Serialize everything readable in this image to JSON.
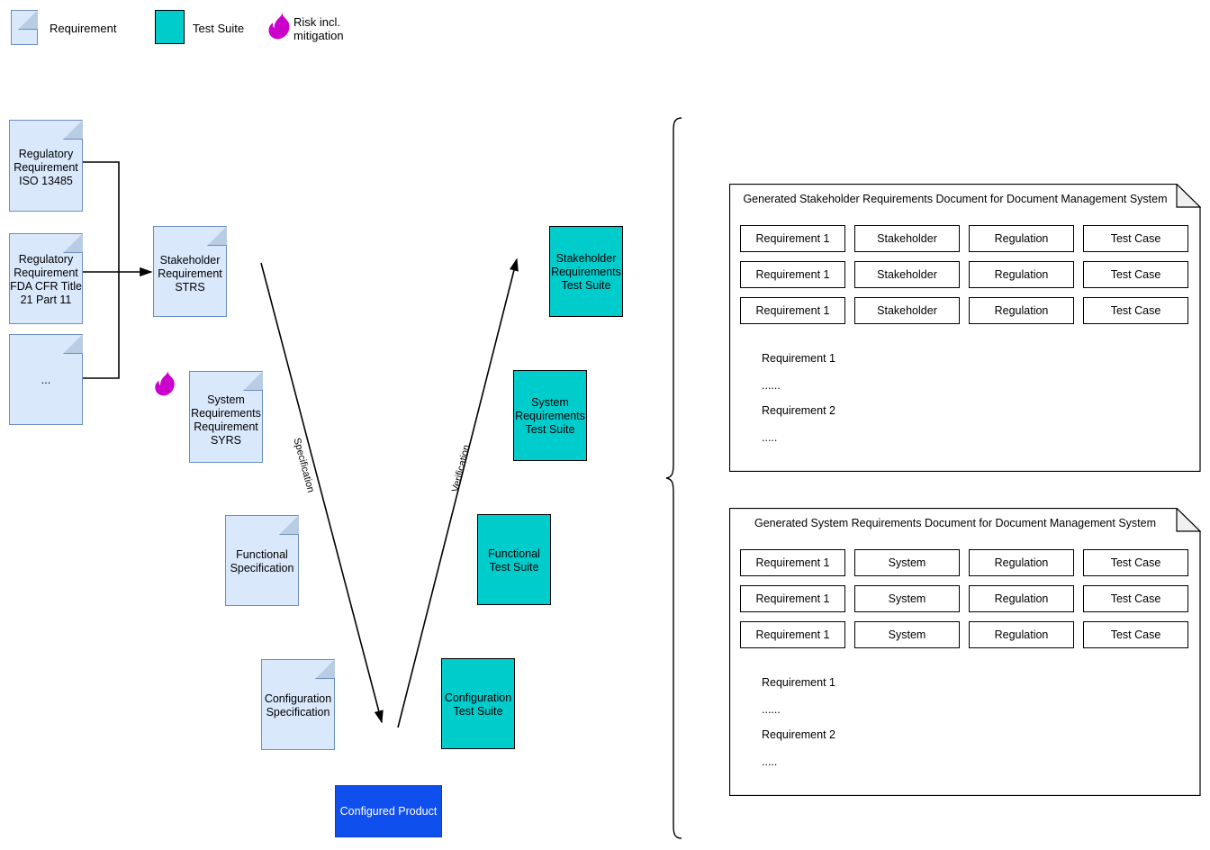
{
  "legend": {
    "items": [
      {
        "icon": "document-icon",
        "label": "Requirement",
        "color": "#DAE8FC"
      },
      {
        "icon": "square-icon",
        "label": "Test Suite",
        "color": "#00CCCC"
      },
      {
        "icon": "flame-icon",
        "label": "Risk incl.\nmitigation",
        "color": "#CC00CC"
      }
    ]
  },
  "colors": {
    "requirement_fill": "#DAE8FC",
    "requirement_stroke": "#6C8EBF",
    "test_suite_fill": "#00CCCC",
    "test_suite_stroke": "#000000",
    "product_fill": "#0F4FEE",
    "risk_flame": "#CC00CC",
    "line": "#000000"
  },
  "left_inputs": [
    {
      "label": "Regulatory\nRequirement\nISO 13485"
    },
    {
      "label": "Regulatory\nRequirement\nFDA CFR Title\n21 Part 11"
    },
    {
      "label": "..."
    }
  ],
  "specification_side": [
    {
      "label": "Stakeholder\nRequirement\nSTRS"
    },
    {
      "label": "System\nRequirements\nRequirement\nSYRS",
      "has_risk": true
    },
    {
      "label": "Functional\nSpecification"
    },
    {
      "label": "Configuration\nSpecification"
    }
  ],
  "verification_side": [
    {
      "label": "Stakeholder\nRequirements\nTest Suite"
    },
    {
      "label": "System\nRequirements\nTest Suite"
    },
    {
      "label": "Functional\nTest Suite"
    },
    {
      "label": "Configuration\nTest Suite"
    }
  ],
  "product": {
    "label": "Configured Product"
  },
  "edges": {
    "specification_label": "Specification",
    "verification_label": "Verification"
  },
  "generated_documents": [
    {
      "title": "Generated Stakeholder Requirements Document for Document Management System",
      "rows": [
        [
          "Requirement 1",
          "Stakeholder",
          "Regulation",
          "Test Case"
        ],
        [
          "Requirement 1",
          "Stakeholder",
          "Regulation",
          "Test Case"
        ],
        [
          "Requirement 1",
          "Stakeholder",
          "Regulation",
          "Test Case"
        ]
      ],
      "body": [
        "Requirement 1",
        "......",
        "Requirement 2",
        "....."
      ]
    },
    {
      "title": "Generated System Requirements Document for Document Management System",
      "rows": [
        [
          "Requirement 1",
          "System",
          "Regulation",
          "Test Case"
        ],
        [
          "Requirement 1",
          "System",
          "Regulation",
          "Test Case"
        ],
        [
          "Requirement 1",
          "System",
          "Regulation",
          "Test Case"
        ]
      ],
      "body": [
        "Requirement 1",
        "......",
        "Requirement 2",
        "....."
      ]
    }
  ]
}
